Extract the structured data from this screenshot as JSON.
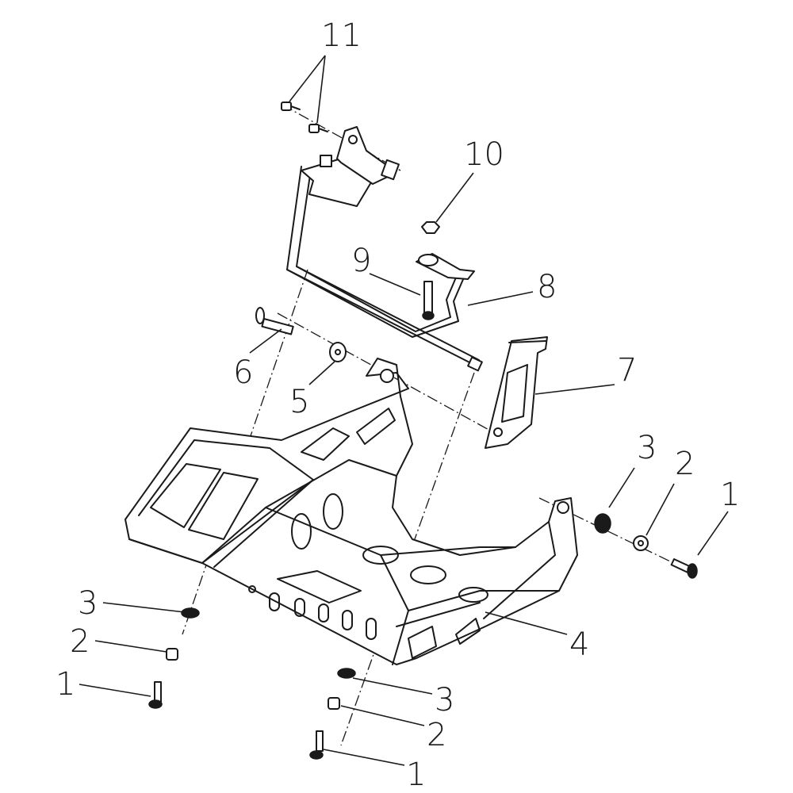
{
  "callouts": {
    "c1_left": "1",
    "c2_left": "2",
    "c3_left": "3",
    "c1_bottom": "1",
    "c2_bottom": "2",
    "c3_bottom": "3",
    "c1_right": "1",
    "c2_right": "2",
    "c3_right": "3",
    "c4": "4",
    "c5": "5",
    "c6": "6",
    "c7": "7",
    "c8": "8",
    "c9": "9",
    "c10": "10",
    "c11": "11"
  }
}
